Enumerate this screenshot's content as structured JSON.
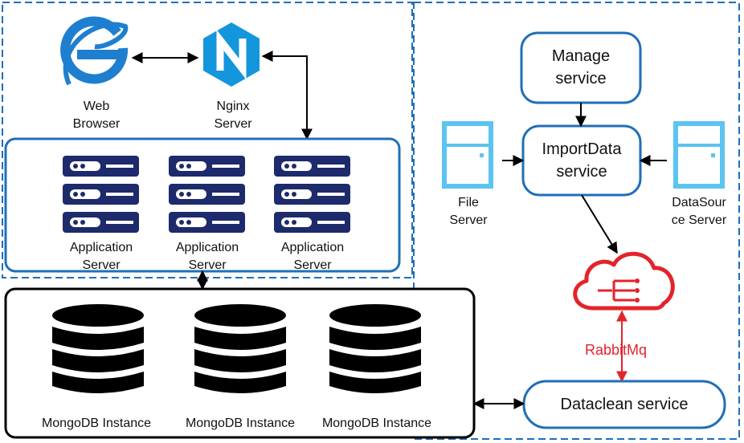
{
  "labels": {
    "web_browser_line1": "Web",
    "web_browser_line2": "Browser",
    "nginx_line1": "Nginx",
    "nginx_line2": "Server",
    "app_server_line1": "Application",
    "app_server_line2": "Server",
    "mongo": "MongoDB Instance",
    "manage_line1": "Manage",
    "manage_line2": "service",
    "import_line1": "ImportData",
    "import_line2": "service",
    "file_line1": "File",
    "file_line2": "Server",
    "datasource_line1": "DataSour",
    "datasource_line2": "ce Server",
    "rabbitmq": "RabbitMq",
    "dataclean": "Dataclean service"
  },
  "colors": {
    "blue_border": "#1f6fb8",
    "navy_server": "#1d2a6b",
    "server_light_blue": "#5bc4f0",
    "nginx_blue": "#1496dd",
    "browser_blue": "#1e7fd0",
    "rabbit_red": "#e3242b",
    "black": "#000000"
  }
}
